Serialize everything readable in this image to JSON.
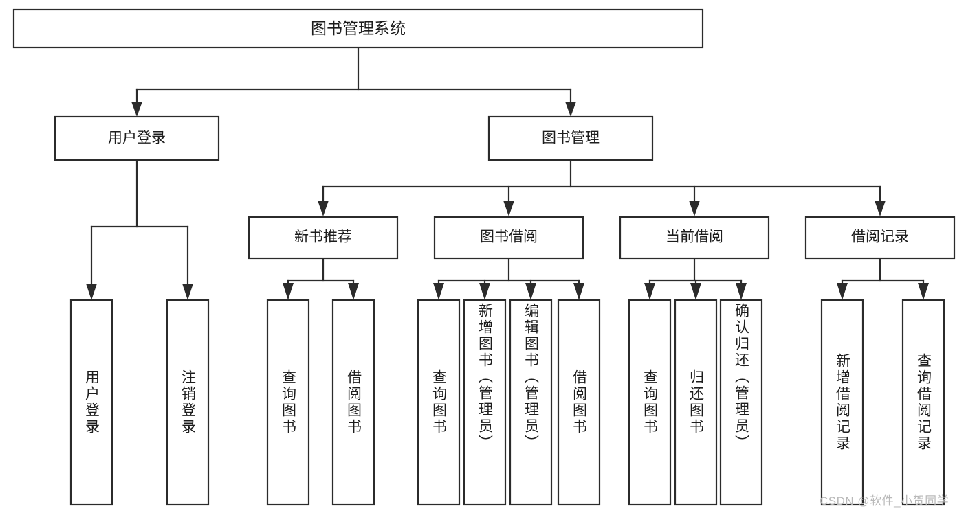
{
  "diagram": {
    "type": "tree-hierarchy",
    "title": "图书管理系统",
    "watermark": "CSDN @软件_小贺同学",
    "colors": {
      "stroke": "#2b2b2b",
      "fill": "#ffffff",
      "text": "#1d1d1d",
      "watermark": "#b9b9b9",
      "background": "#ffffff"
    },
    "nodes": {
      "root": {
        "label": "图书管理系统"
      },
      "level2": [
        {
          "label": "用户登录"
        },
        {
          "label": "图书管理"
        }
      ],
      "level3": [
        {
          "label": "新书推荐"
        },
        {
          "label": "图书借阅"
        },
        {
          "label": "当前借阅"
        },
        {
          "label": "借阅记录"
        }
      ],
      "leaves": [
        {
          "label": "用户登录",
          "parent": "用户登录",
          "align": "mid"
        },
        {
          "label": "注销登录",
          "parent": "用户登录",
          "align": "mid"
        },
        {
          "label": "查询图书",
          "parent": "新书推荐",
          "align": "mid"
        },
        {
          "label": "借阅图书",
          "parent": "新书推荐",
          "align": "mid"
        },
        {
          "label": "查询图书",
          "parent": "图书借阅",
          "align": "mid"
        },
        {
          "label": "新增图书（管理员）",
          "parent": "图书借阅",
          "align": "top"
        },
        {
          "label": "编辑图书（管理员）",
          "parent": "图书借阅",
          "align": "top"
        },
        {
          "label": "借阅图书",
          "parent": "图书借阅",
          "align": "mid"
        },
        {
          "label": "查询图书",
          "parent": "当前借阅",
          "align": "mid"
        },
        {
          "label": "归还图书",
          "parent": "当前借阅",
          "align": "mid"
        },
        {
          "label": "确认归还（管理员）",
          "parent": "当前借阅",
          "align": "top"
        },
        {
          "label": "新增借阅记录",
          "parent": "借阅记录",
          "align": "mid"
        },
        {
          "label": "查询借阅记录",
          "parent": "借阅记录",
          "align": "mid"
        }
      ]
    }
  }
}
